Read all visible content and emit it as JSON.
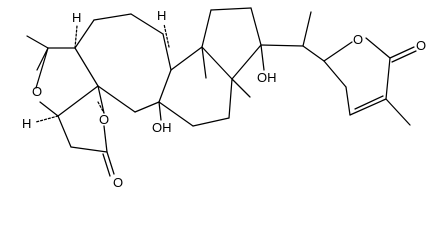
{
  "molecule": {
    "atom_labels": {
      "o_furan": "O",
      "o_lactone_ring": "O",
      "o_lactone_carbonyl": "O",
      "oh_ring_b": "OH",
      "oh_side": "OH",
      "o_pyranone_ring": "O",
      "o_pyranone_carbonyl": "O"
    },
    "stereo_labels": {
      "h_top_left": "H",
      "h_top_mid": "H",
      "h_bottom_left": "H"
    }
  }
}
